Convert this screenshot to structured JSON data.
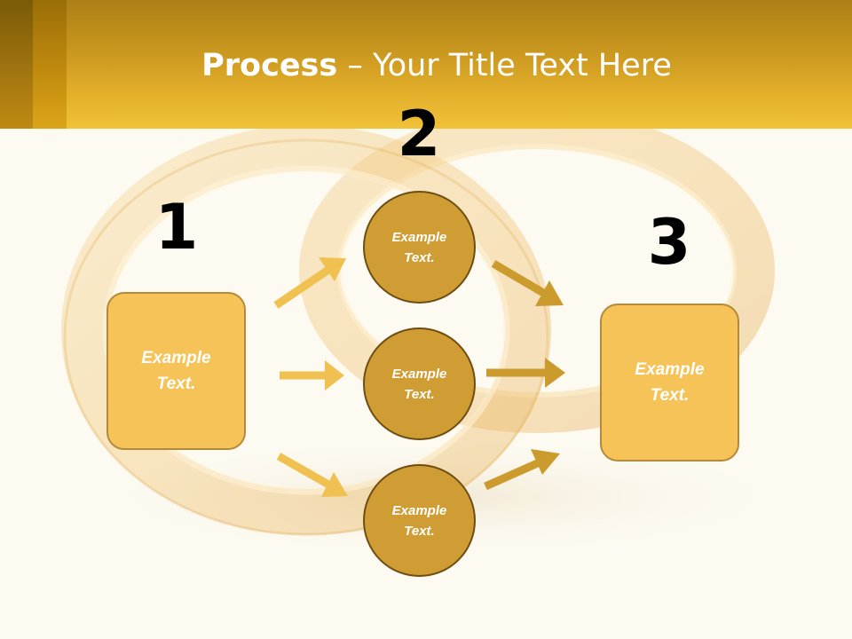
{
  "slide": {
    "title_strong": "Process",
    "title_rest": " – Your Title Text Here"
  },
  "steps": {
    "num_1": "1",
    "num_2": "2",
    "num_3": "3"
  },
  "boxes": {
    "left_text": "Example\nText.",
    "right_text": "Example\nText."
  },
  "circles": {
    "top_text": "Example\nText.",
    "middle_text": "Example\nText.",
    "bottom_text": "Example\nText."
  },
  "colors": {
    "header_gold": "#e2ae2a",
    "box_fill": "#f5c358",
    "circle_fill": "#d09d34",
    "arrow_light": "#f0c050",
    "arrow_dark": "#cc9b2e"
  }
}
